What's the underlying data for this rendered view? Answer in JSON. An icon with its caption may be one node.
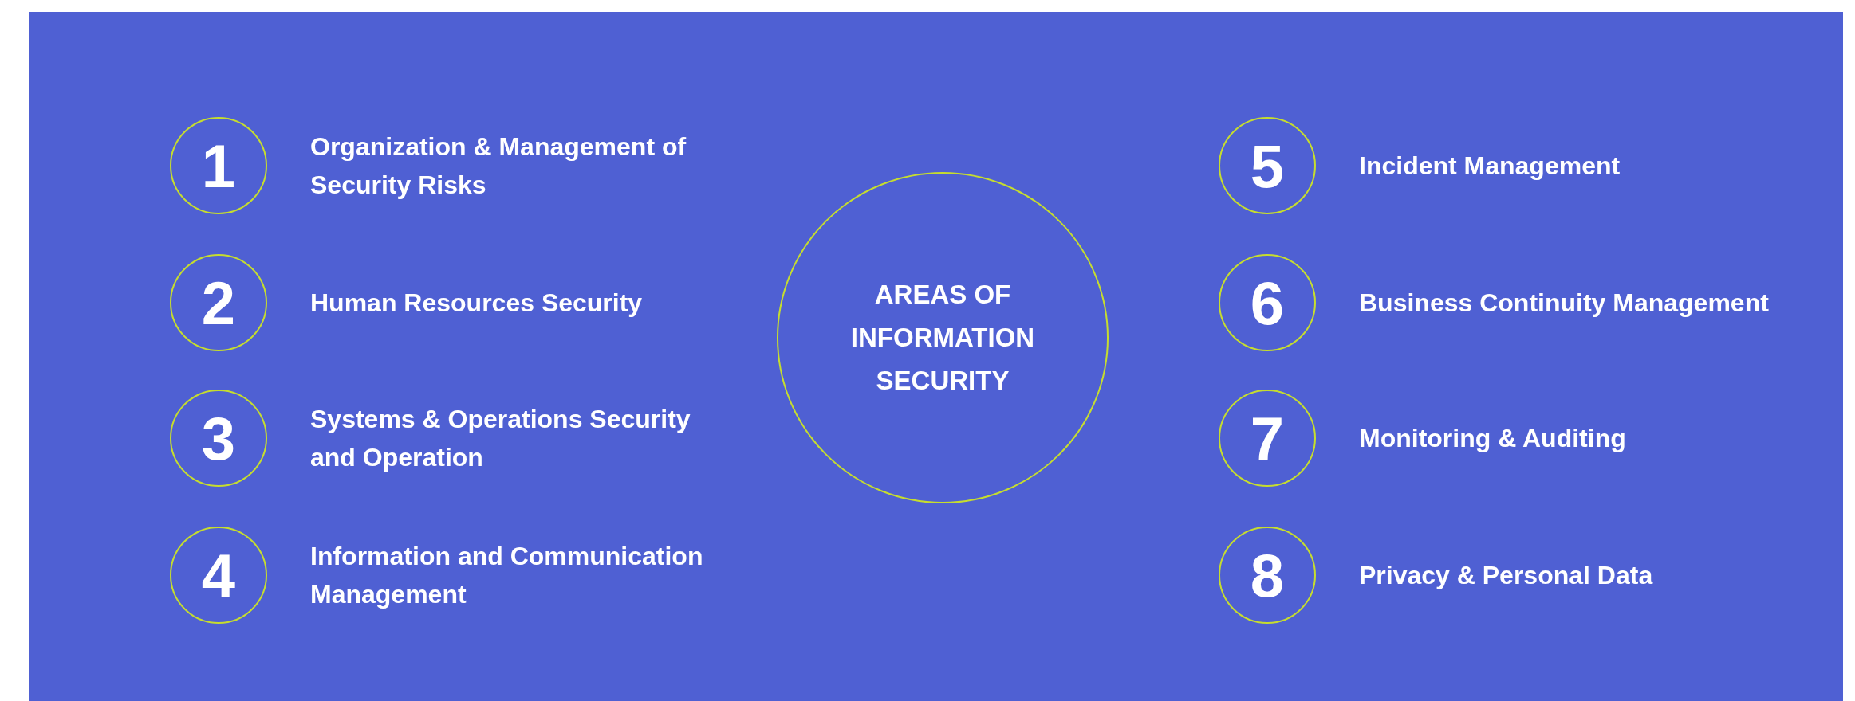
{
  "diagram": {
    "nodes": [
      {
        "text": [
          "1"
        ],
        "beside": [
          "Organization & Management of Security Risks"
        ]
      },
      {
        "text": [
          "2"
        ],
        "beside": [
          "Human Resources Security"
        ]
      },
      {
        "text": [
          "3"
        ],
        "beside": [
          "Systems & Operations Security and Operation"
        ]
      },
      {
        "text": [
          "4"
        ],
        "beside": [
          "Information and Communication Management"
        ]
      },
      {
        "text": [
          "AREAS OF INFORMATION SECURITY"
        ]
      },
      {
        "text": [
          "5"
        ],
        "beside": [
          "Incident Management"
        ]
      },
      {
        "text": [
          "6"
        ],
        "beside": [
          "Business Continuity Management"
        ]
      },
      {
        "text": [
          "7"
        ],
        "beside": [
          "Monitoring & Auditing"
        ]
      },
      {
        "text": [
          "8"
        ],
        "beside": [
          "Privacy & Personal Data"
        ]
      }
    ],
    "edges": []
  }
}
